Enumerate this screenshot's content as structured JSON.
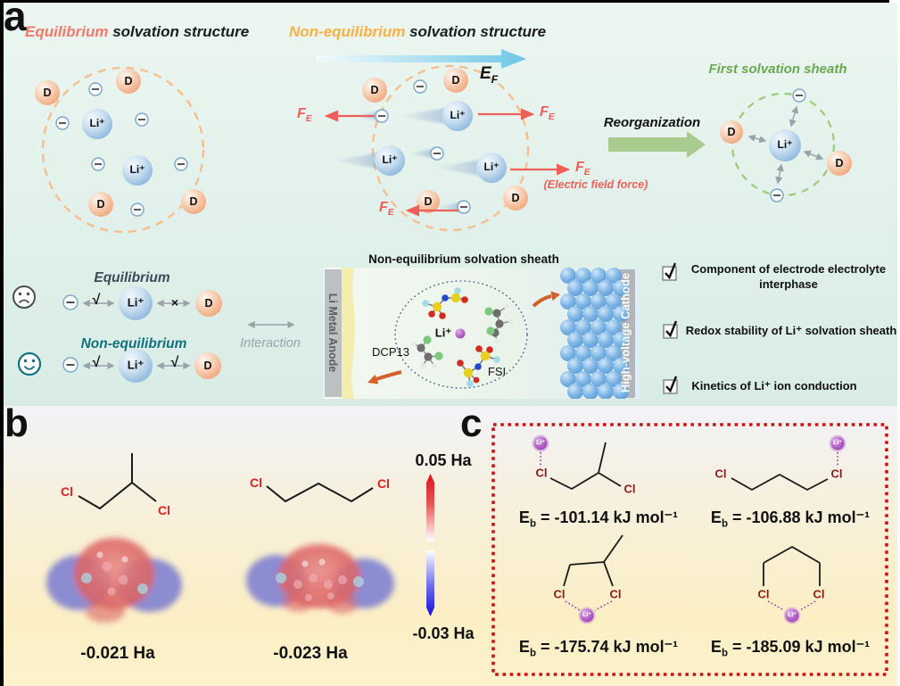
{
  "colors": {
    "equilibrium_accent": "#f4786b",
    "nonequilibrium_accent": "#fbb040",
    "force_red": "#ef5f5a",
    "reorg_arrow_green": "#a9cb8e",
    "sheath_green": "#6aa850",
    "teal_label": "#13707e",
    "panel_c_border": "#cc1212",
    "cl_red_bright": "#dd2222",
    "cl_red_dark": "#8b1a1a",
    "li_purple": "#a855b8"
  },
  "panel_a": {
    "label": "a",
    "title_eq_accent": "Equilibrium",
    "title_eq_rest": " solvation structure",
    "title_noneq_accent": "Non-equilibrium",
    "title_noneq_rest": " solvation structure",
    "field_symbol": "E",
    "field_sub": "F",
    "force_symbol": "F",
    "force_sub": "E",
    "force_note": "(Electric field force)",
    "reorganization_label": "Reorganization",
    "first_sheath_label": "First solvation sheath",
    "li_ion": "Li⁺",
    "solvent": "D",
    "compare": {
      "eq_label": "Equilibrium",
      "noneq_label": "Non-equilibrium",
      "check_mark": "√",
      "cross_mark": "×",
      "interaction_label": "Interaction"
    },
    "cell": {
      "title": "Non-equilibrium solvation sheath",
      "anode_label": "Li Metal Anode",
      "cathode_label": "High-voltage Cathode",
      "solvent_label": "DCP13",
      "anion_label": "FSI",
      "li_label": "Li⁺"
    },
    "checklist": [
      "Component of electrode electrolyte interphase",
      "Redox stability of Li⁺ solvation sheath",
      "Kinetics of Li⁺ ion conduction"
    ]
  },
  "panel_b": {
    "label": "b",
    "cl": "Cl",
    "esp_values": [
      "-0.021 Ha",
      "-0.023 Ha"
    ],
    "scale_max": "0.05 Ha",
    "scale_min": "-0.03 Ha"
  },
  "panel_c": {
    "label": "c",
    "cl": "Cl",
    "li": "Li⁺",
    "binding_symbol": "E",
    "binding_sub": "b",
    "energies": [
      " = -101.14 kJ mol⁻¹",
      " = -106.88 kJ mol⁻¹",
      " = -175.74 kJ mol⁻¹",
      " = -185.09 kJ mol⁻¹"
    ]
  }
}
